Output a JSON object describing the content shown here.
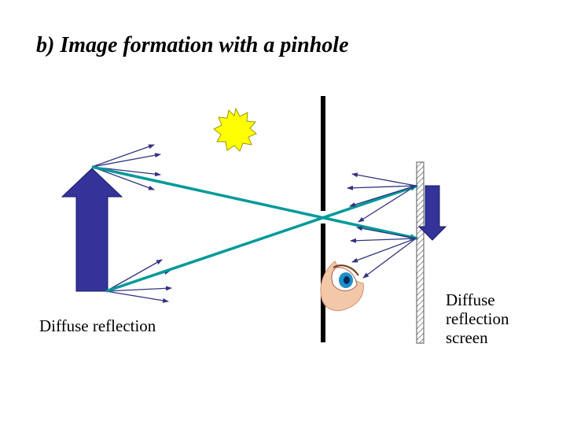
{
  "title": "b) Image formation with a pinhole",
  "labels": {
    "object_side": "Diffuse reflection",
    "screen_side": [
      "Diffuse",
      "reflection",
      "screen"
    ]
  },
  "colors": {
    "object_arrow": "#33339a",
    "rays": "#009999",
    "scatter_arrows": "#333380",
    "barrier": "#000000",
    "sun": "#ffff00",
    "screen_hatch": "#555555"
  },
  "icons": [
    "sun-icon",
    "eye-icon"
  ]
}
